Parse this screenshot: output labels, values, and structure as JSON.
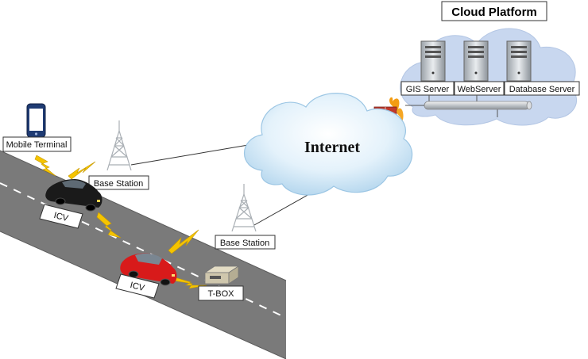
{
  "cloud_platform": {
    "title": "Cloud Platform",
    "servers": [
      {
        "label": "GIS Server",
        "icon": "server-icon"
      },
      {
        "label": "WebServer",
        "icon": "server-icon"
      },
      {
        "label": "Database Server",
        "icon": "server-icon"
      }
    ]
  },
  "internet": {
    "label": "Internet",
    "icon": "cloud-icon"
  },
  "firewall": {
    "icon": "firewall-icon"
  },
  "mobile_terminal": {
    "label": "Mobile Terminal",
    "icon": "smartphone-icon"
  },
  "base_stations": [
    {
      "label": "Base Station",
      "icon": "cell-tower-icon"
    },
    {
      "label": "Base Station",
      "icon": "cell-tower-icon"
    }
  ],
  "vehicles": [
    {
      "label": "ICV",
      "icon": "black-car-icon"
    },
    {
      "label": "ICV",
      "icon": "red-car-icon"
    }
  ],
  "tbox": {
    "label": "T-BOX",
    "icon": "tbox-device-icon"
  },
  "colors": {
    "road": "#777777",
    "cloud_fill": "#d6ecf8",
    "platform_cloud": "#c9d7ee",
    "lightning": "#f5c400",
    "car_black": "#1a1a1a",
    "car_red": "#d81a1a"
  }
}
